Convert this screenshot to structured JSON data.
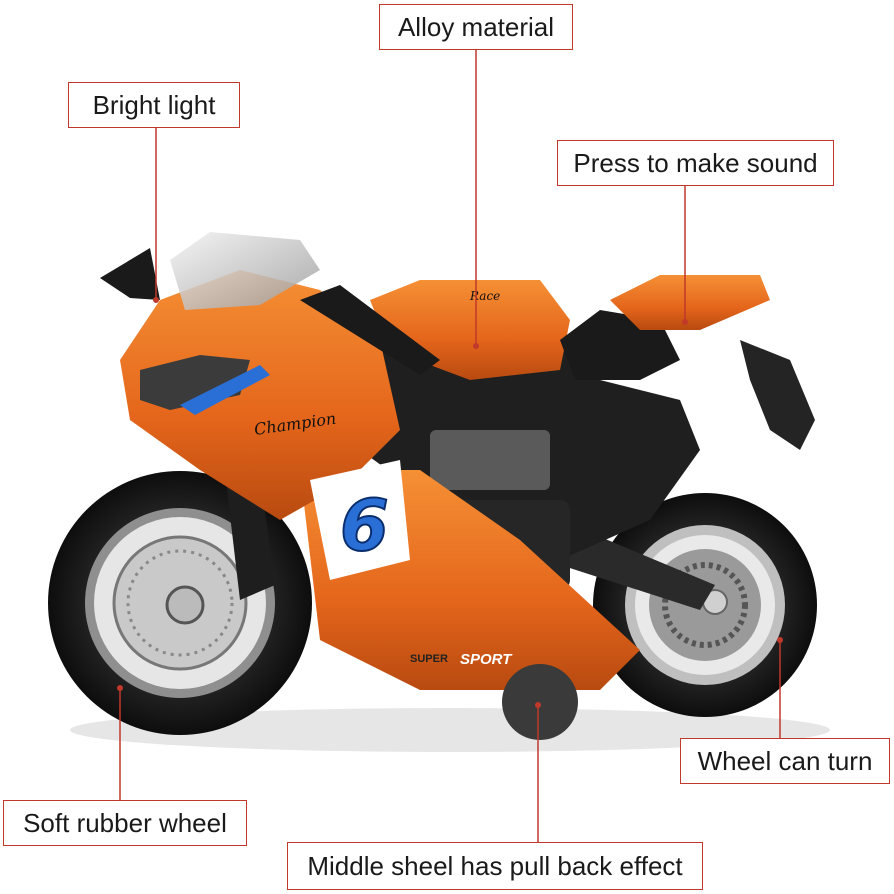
{
  "callouts": {
    "alloy": "Alloy material",
    "light": "Bright light",
    "sound": "Press to make sound",
    "wheel_turn": "Wheel can turn",
    "rubber": "Soft rubber wheel",
    "pullback": "Middle sheel has pull back effect"
  },
  "decals": {
    "brand": "Champion",
    "number": "6",
    "super": "SUPER",
    "sport": "SPORT",
    "tank": "Race"
  },
  "colors": {
    "body_orange": "#e8661a",
    "accent_red": "#c0392b",
    "dark": "#1c1c1c",
    "blue": "#2a6fd6"
  }
}
